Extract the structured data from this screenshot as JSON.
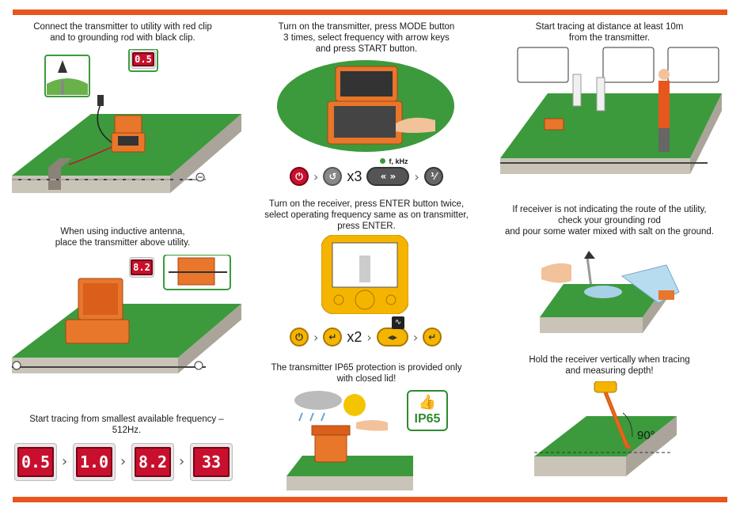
{
  "colors": {
    "accent": "#e8561e",
    "green": "#3c9a3c",
    "ground": "#c9c4b7",
    "red_display": "#c8102e",
    "yellow": "#f5b400"
  },
  "panels": {
    "p1": {
      "lines": [
        "Connect the transmitter to utility with red clip",
        "and to grounding rod with black clip."
      ],
      "display": "0.5"
    },
    "p2": {
      "lines": [
        "When using inductive antenna,",
        "place the transmitter above utility."
      ],
      "display": "8.2"
    },
    "p3": {
      "lines": [
        "Start tracing from smallest available frequency –",
        "512Hz."
      ],
      "displays": [
        "0.5",
        "1.0",
        "8.2",
        "33"
      ]
    },
    "p4": {
      "lines": [
        "Turn on the transmitter, press MODE button",
        "3 times, select frequency with arrow keys",
        "and press START button."
      ],
      "times": "x3",
      "freq_label": "f, kHz"
    },
    "p5": {
      "lines": [
        "Turn on the receiver, press ENTER button twice,",
        "select operating frequency same as on transmitter,",
        "press ENTER."
      ],
      "times": "x2"
    },
    "p6": {
      "lines": [
        "The transmitter IP65 protection is provided only",
        "with closed lid!"
      ],
      "badge": "IP65"
    },
    "p7": {
      "lines": [
        "Start tracing at distance at least 10m",
        "from the transmitter."
      ]
    },
    "p8": {
      "lines": [
        "If receiver is not indicating the route of the utility,",
        "check your grounding rod",
        "and pour some water mixed with salt on the ground."
      ]
    },
    "p9": {
      "lines": [
        "Hold the receiver vertically when tracing",
        "and measuring depth!"
      ],
      "angle": "90°"
    }
  }
}
